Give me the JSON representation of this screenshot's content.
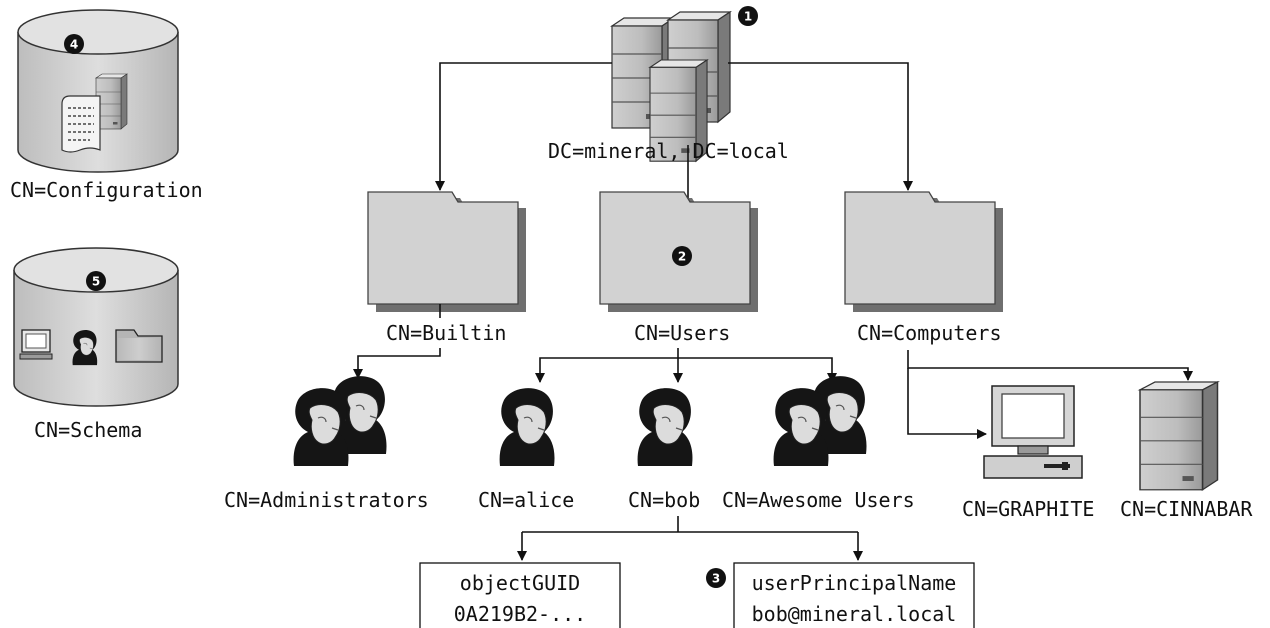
{
  "diagram": {
    "root": {
      "label": "DC=mineral, DC=local",
      "marker": "1"
    },
    "containers": [
      {
        "label": "CN=Builtin"
      },
      {
        "label": "CN=Users",
        "marker": "2"
      },
      {
        "label": "CN=Computers"
      }
    ],
    "partitions": [
      {
        "label": "CN=Configuration",
        "marker": "4"
      },
      {
        "label": "CN=Schema",
        "marker": "5"
      }
    ],
    "objects": [
      {
        "label": "CN=Administrators",
        "icon": "group-icon"
      },
      {
        "label": "CN=alice",
        "icon": "user-icon"
      },
      {
        "label": "CN=bob",
        "icon": "user-icon"
      },
      {
        "label": "CN=Awesome Users",
        "icon": "group-icon"
      },
      {
        "label": "CN=GRAPHITE",
        "icon": "workstation-icon"
      },
      {
        "label": "CN=CINNABAR",
        "icon": "server-icon"
      }
    ],
    "attributes": [
      {
        "name": "objectGUID",
        "value": "0A219B2-..."
      },
      {
        "name": "userPrincipalName",
        "value": "bob@mineral.local",
        "marker": "3"
      }
    ]
  }
}
